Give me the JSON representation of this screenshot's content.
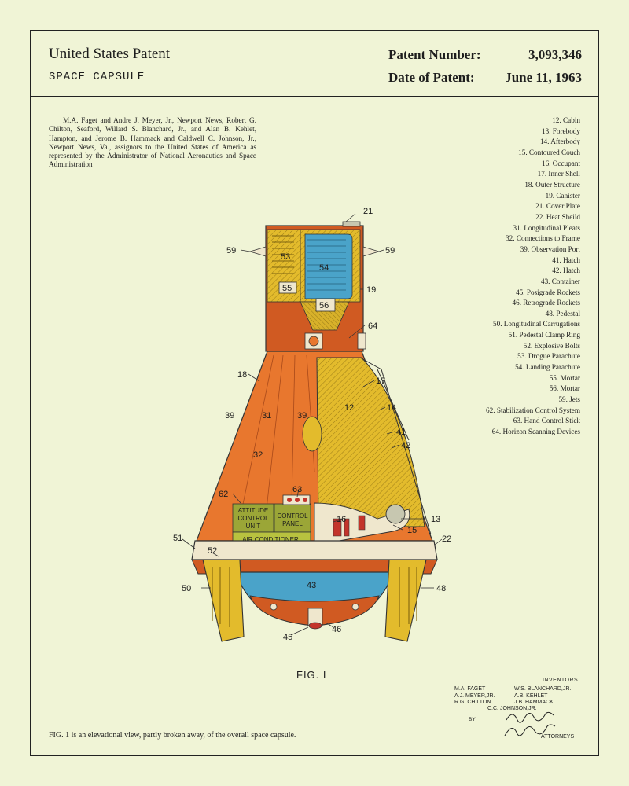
{
  "header": {
    "title": "United States Patent",
    "subtitle": "SPACE CAPSULE",
    "patent_number_label": "Patent Number:",
    "patent_number": "3,093,346",
    "date_label": "Date of Patent:",
    "date": "June 11, 1963"
  },
  "inventors_paragraph": "M.A. Faget and Andre J. Meyer, Jr., Newport News, Robert G. Chilton, Seaford, Willard S. Blanchard, Jr., and Alan B. Kehlet, Hampton, and Jerome B. Hammack and Caldwell C. Johnson, Jr., Newport News, Va., assignors to the United States of America as represented by the Administrator of National Aeronautics and Space Administration",
  "legend": [
    "12. Cabin",
    "13. Forebody",
    "14. Afterbody",
    "15. Contoured Couch",
    "16. Occupant",
    "17. Inner Shell",
    "18. Outer Structure",
    "19. Canister",
    "21. Cover Plate",
    "22. Heat Sheild",
    "31. Longitudinal Pleats",
    "32. Connections to Frame",
    "39. Observation Port",
    "41. Hatch",
    "42. Hatch",
    "43. Container",
    "45. Posigrade Rockets",
    "46. Retrograde Rockets",
    "48. Pedestal",
    "50. Longitudinal Carrugations",
    "51. Pedestal Clamp Ring",
    "52. Explosive Bolts",
    "53. Drogue Parachute",
    "54. Landing Parachute",
    "55. Mortar",
    "56. Mortar",
    "59. Jets",
    "62. Stabilization Control System",
    "63. Hand Control Stick",
    "64. Horizon Scanning Devices"
  ],
  "drawing": {
    "labels": {
      "n21": "21",
      "n59a": "59",
      "n59b": "59",
      "n19": "19",
      "n64": "64",
      "n18": "18",
      "n17": "17",
      "n14": "14",
      "n41": "41",
      "n42": "42",
      "n39a": "39",
      "n31": "31",
      "n39b": "39",
      "n12": "12",
      "n32": "32",
      "n62": "62",
      "n63": "63",
      "n16": "16",
      "n13": "13",
      "n15": "15",
      "n51": "51",
      "n52": "52",
      "n22": "22",
      "n50": "50",
      "n43": "43",
      "n48": "48",
      "n45": "45",
      "n46": "46",
      "n53": "53",
      "n54": "54",
      "n55": "55",
      "n56": "56",
      "attitude_line1": "ATTITUDE",
      "attitude_line2": "CONTROL",
      "attitude_line3": "UNIT",
      "control_line1": "CONTROL",
      "control_line2": "PANEL",
      "air_conditioner": "AIR CONDITIONER"
    },
    "colors": {
      "orange": "#e8772e",
      "dark_orange": "#d05a22",
      "yellow": "#e3bb2c",
      "blue": "#4aa3c9",
      "teal": "#2a8fa6",
      "cream": "#efe7cd",
      "olive": "#9ba637",
      "red": "#c3342b"
    }
  },
  "figure": {
    "title": "FIG. I",
    "caption": "FIG. 1 is an elevational view, partly broken away, of the overall space capsule."
  },
  "signature": {
    "inventors_label": "INVENTORS",
    "col1": [
      "M.A. FAGET",
      "A.J. MEYER,JR.",
      "R.G. CHILTON"
    ],
    "col2": [
      "W.S. BLANCHARD,JR.",
      "A.B. KEHLET",
      "J.B. HAMMACK"
    ],
    "last": "C.C. JOHNSON,JR.",
    "by": "BY",
    "attorneys": "ATTORNEYS"
  }
}
